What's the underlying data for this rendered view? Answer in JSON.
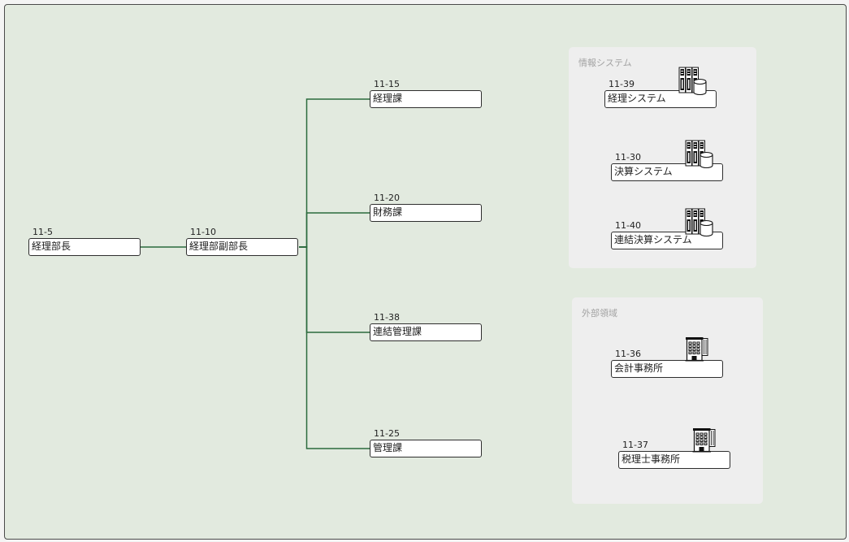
{
  "colors": {
    "canvas_bg": "#e2eadf",
    "canvas_border": "#4a4a4a",
    "connector": "#2b6b3d",
    "node_border": "#2e2e2e",
    "node_bg": "#ffffff",
    "group_bg": "#eeeeee",
    "group_title": "#a3a3a3"
  },
  "org_chart": {
    "id": "11-5",
    "label": "経理部長",
    "children": [
      {
        "id": "11-10",
        "label": "経理部副部長",
        "children": [
          {
            "id": "11-15",
            "label": "経理課"
          },
          {
            "id": "11-20",
            "label": "財務課"
          },
          {
            "id": "11-38",
            "label": "連結管理課"
          },
          {
            "id": "11-25",
            "label": "管理課"
          }
        ]
      }
    ]
  },
  "groups": [
    {
      "title": "情報システム",
      "items": [
        {
          "id": "11-39",
          "label": "経理システム",
          "icon": "server-database-icon"
        },
        {
          "id": "11-30",
          "label": "決算システム",
          "icon": "server-database-icon"
        },
        {
          "id": "11-40",
          "label": "連結決算システム",
          "icon": "server-database-icon"
        }
      ]
    },
    {
      "title": "外部領域",
      "items": [
        {
          "id": "11-36",
          "label": "会計事務所",
          "icon": "office-building-icon"
        },
        {
          "id": "11-37",
          "label": "税理士事務所",
          "icon": "office-building-icon"
        }
      ]
    }
  ]
}
